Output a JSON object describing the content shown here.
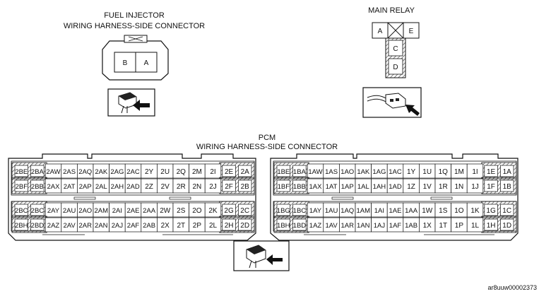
{
  "fuel_injector": {
    "title_line1": "FUEL INJECTOR",
    "title_line2": "WIRING HARNESS-SIDE CONNECTOR",
    "pins": [
      "B",
      "A"
    ]
  },
  "main_relay": {
    "title": "MAIN RELAY",
    "top_pins": [
      "A",
      "E"
    ],
    "column_pins": [
      "C",
      "D"
    ]
  },
  "pcm": {
    "title_line1": "PCM",
    "title_line2": "WIRING HARNESS-SIDE CONNECTOR",
    "left_rows": [
      [
        "2BE",
        "2BA",
        "2AW",
        "2AS",
        "2AQ",
        "2AK",
        "2AG",
        "2AC",
        "2Y",
        "2U",
        "2Q",
        "2M",
        "2I",
        "2E",
        "2A"
      ],
      [
        "2BF",
        "2BB",
        "2AX",
        "2AT",
        "2AP",
        "2AL",
        "2AH",
        "2AD",
        "2Z",
        "2V",
        "2R",
        "2N",
        "2J",
        "2F",
        "2B"
      ],
      [
        "2BC",
        "2BC",
        "2AY",
        "2AU",
        "2AO",
        "2AM",
        "2AI",
        "2AE",
        "2AA",
        "2W",
        "2S",
        "2O",
        "2K",
        "2G",
        "2C"
      ],
      [
        "2BH",
        "2BD",
        "2AZ",
        "2AV",
        "2AR",
        "2AN",
        "2AJ",
        "2AF",
        "2AB",
        "2X",
        "2T",
        "2P",
        "2L",
        "2H",
        "2D"
      ]
    ],
    "right_rows": [
      [
        "1BE",
        "1BA",
        "1AW",
        "1AS",
        "1AO",
        "1AK",
        "1AG",
        "1AC",
        "1Y",
        "1U",
        "1Q",
        "1M",
        "1I",
        "1E",
        "1A"
      ],
      [
        "1BF",
        "1BB",
        "1AX",
        "1AT",
        "1AP",
        "1AL",
        "1AH",
        "1AD",
        "1Z",
        "1V",
        "1R",
        "1N",
        "1J",
        "1F",
        "1B"
      ],
      [
        "1BG",
        "1BC",
        "1AY",
        "1AU",
        "1AQ",
        "1AM",
        "1AI",
        "1AE",
        "1AA",
        "1W",
        "1S",
        "1O",
        "1K",
        "1G",
        "1C"
      ],
      [
        "1BH",
        "1BD",
        "1AZ",
        "1AV",
        "1AR",
        "1AN",
        "1AJ",
        "1AF",
        "1AB",
        "1X",
        "1T",
        "1P",
        "1L",
        "1H",
        "1D"
      ]
    ]
  },
  "reference_code": "ar8uuw00002373"
}
